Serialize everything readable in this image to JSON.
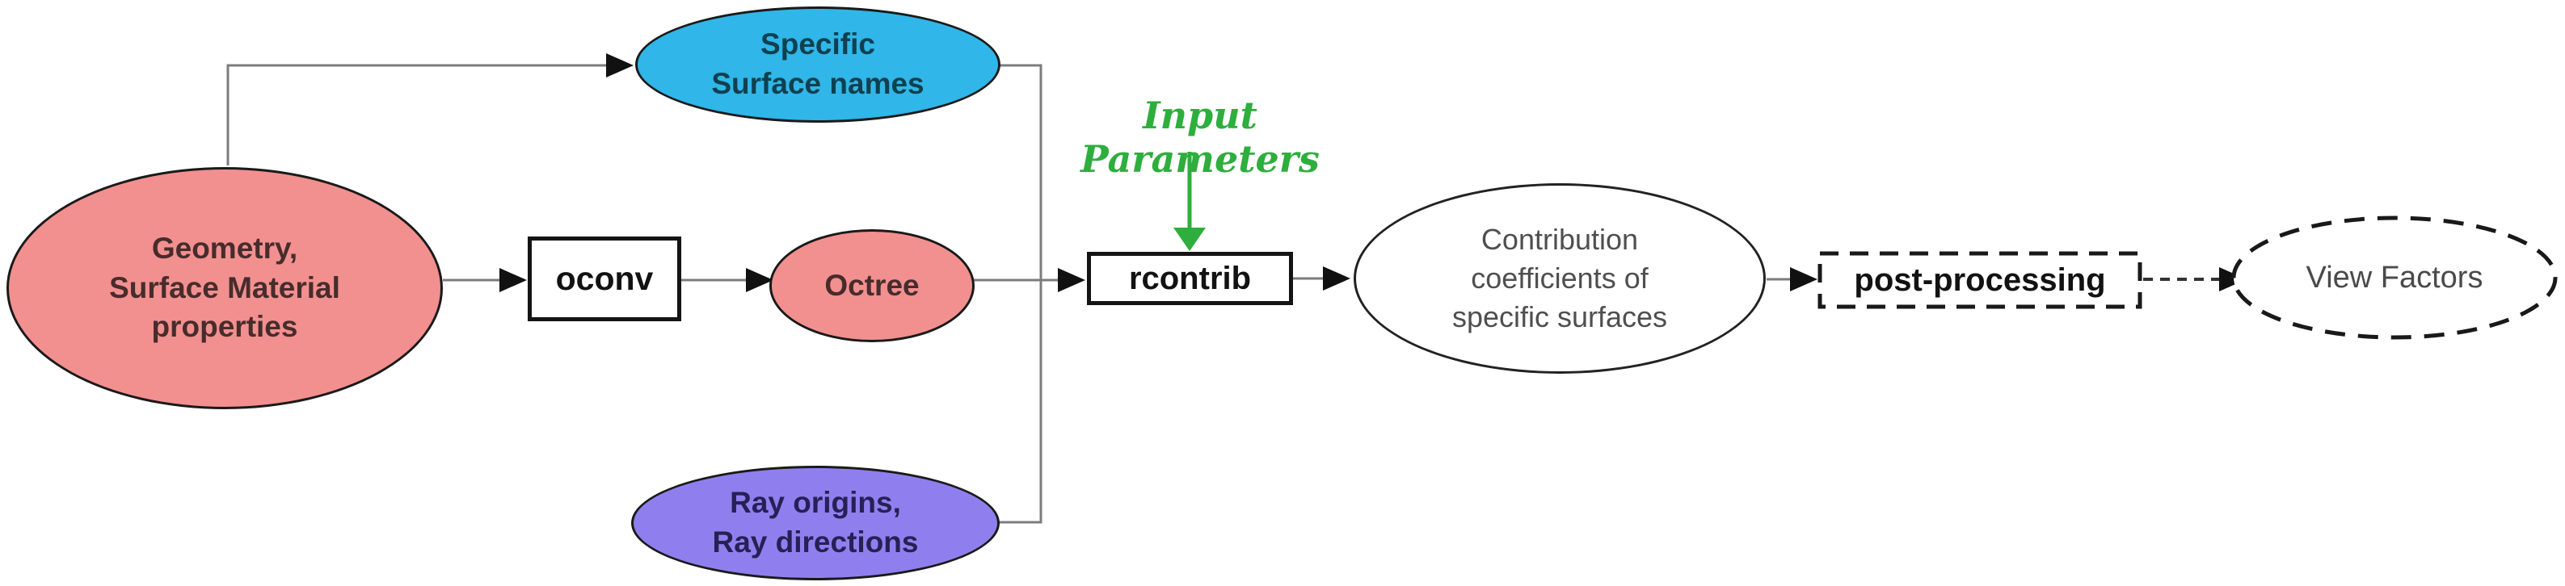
{
  "diagram": {
    "nodes": {
      "geometry": {
        "label": "Geometry,\nSurface Material\nproperties",
        "shape": "ellipse",
        "fill": "#F2908F"
      },
      "specific_names": {
        "label": "Specific\nSurface names",
        "shape": "ellipse",
        "fill": "#30B6E8"
      },
      "oconv": {
        "label": "oconv",
        "shape": "rect",
        "fill": "#ffffff"
      },
      "octree": {
        "label": "Octree",
        "shape": "ellipse",
        "fill": "#F2908F"
      },
      "ray": {
        "label": "Ray origins,\nRay directions",
        "shape": "ellipse",
        "fill": "#8F7FEE"
      },
      "rcontrib": {
        "label": "rcontrib",
        "shape": "rect",
        "fill": "#ffffff"
      },
      "contribution": {
        "label": "Contribution\ncoefficients of\nspecific surfaces",
        "shape": "ellipse",
        "fill": "#ffffff"
      },
      "post_processing": {
        "label": "post-processing",
        "shape": "dashed-rect",
        "fill": "#ffffff"
      },
      "view_factors": {
        "label": "View Factors",
        "shape": "dashed-ellipse",
        "fill": "#ffffff"
      }
    },
    "annotation": {
      "label": "Input Parameters",
      "color": "#2EAE3D"
    },
    "edges": [
      {
        "from": "geometry",
        "to": "specific_names",
        "style": "solid-elbow-arrow"
      },
      {
        "from": "geometry",
        "to": "oconv",
        "style": "solid-arrow"
      },
      {
        "from": "oconv",
        "to": "octree",
        "style": "solid-arrow"
      },
      {
        "from": "octree",
        "to": "rcontrib",
        "style": "solid-arrow"
      },
      {
        "from": "specific_names",
        "to": "rcontrib",
        "style": "solid-elbow"
      },
      {
        "from": "ray",
        "to": "rcontrib",
        "style": "solid-elbow"
      },
      {
        "from": "annotation",
        "to": "rcontrib",
        "style": "green-arrow"
      },
      {
        "from": "rcontrib",
        "to": "contribution",
        "style": "solid-arrow"
      },
      {
        "from": "contribution",
        "to": "post_processing",
        "style": "solid-arrow"
      },
      {
        "from": "post_processing",
        "to": "view_factors",
        "style": "dashed-arrow"
      }
    ],
    "colors": {
      "pink_fill": "#F2908F",
      "blue_fill": "#30B6E8",
      "purple_fill": "#8F7FEE",
      "green_annotation": "#2EAE3D",
      "connector_gray": "#7c7c7c",
      "outline_black": "#1a1a1a",
      "muted_text": "#4f4f4f"
    }
  }
}
